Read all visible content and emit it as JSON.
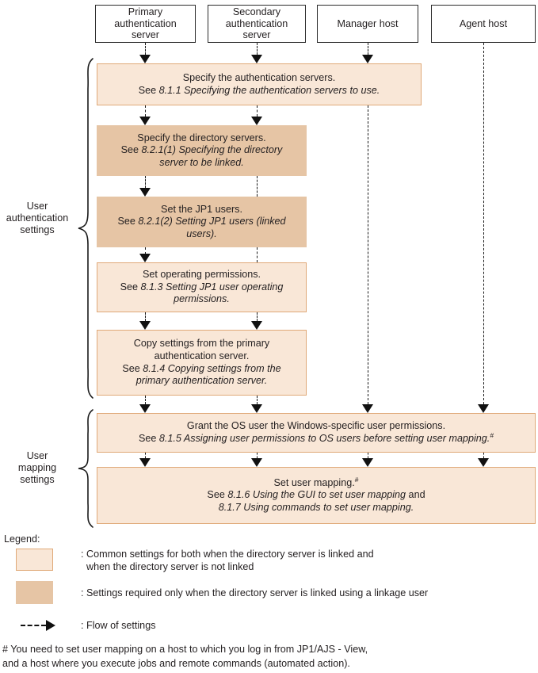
{
  "diagram": {
    "title": "JP1 user authentication and user mapping setup flow",
    "colors": {
      "common_settings_fill": "#f9e7d7",
      "common_settings_border": "#e0a978",
      "directory_linked_fill": "#e6c5a5",
      "arrow": "#111111",
      "host_box_border": "#2b2b2b",
      "text": "#231f20",
      "background": "#ffffff"
    },
    "hosts": [
      {
        "id": "primary-authentication-server",
        "label": "Primary\nauthentication\nserver"
      },
      {
        "id": "secondary-authentication-server",
        "label": "Secondary\nauthentication\nserver"
      },
      {
        "id": "manager-host",
        "label": "Manager host"
      },
      {
        "id": "agent-host",
        "label": "Agent host"
      }
    ],
    "groups": [
      {
        "id": "user-authentication-settings",
        "label": "User\nauthentication\nsettings"
      },
      {
        "id": "user-mapping-settings",
        "label": "User\nmapping\nsettings"
      }
    ],
    "steps": [
      {
        "id": "specify-authentication-servers",
        "style": "light",
        "lines": [
          {
            "text": "Specify the authentication servers.",
            "italic": false
          },
          {
            "prefix": "See ",
            "italic_text": "8.1.1 Specifying the authentication servers to use.",
            "suffix": "",
            "sup": ""
          }
        ]
      },
      {
        "id": "specify-directory-servers",
        "style": "dark",
        "lines": [
          {
            "text": "Specify the directory servers.",
            "italic": false
          },
          {
            "prefix": "See ",
            "italic_text": "8.2.1(1) Specifying the directory",
            "suffix": "",
            "sup": ""
          },
          {
            "prefix": "",
            "italic_text": "server to be linked.",
            "suffix": "",
            "sup": ""
          }
        ]
      },
      {
        "id": "set-jp1-users",
        "style": "dark",
        "lines": [
          {
            "text": "Set the JP1 users.",
            "italic": false
          },
          {
            "prefix": "See ",
            "italic_text": "8.2.1(2) Setting JP1 users (linked",
            "suffix": "",
            "sup": ""
          },
          {
            "prefix": "",
            "italic_text": "users).",
            "suffix": "",
            "sup": ""
          }
        ]
      },
      {
        "id": "set-operating-permissions",
        "style": "light",
        "lines": [
          {
            "text": "Set operating permissions.",
            "italic": false
          },
          {
            "prefix": "See ",
            "italic_text": "8.1.3 Setting JP1 user operating",
            "suffix": "",
            "sup": ""
          },
          {
            "prefix": "",
            "italic_text": "permissions.",
            "suffix": "",
            "sup": ""
          }
        ]
      },
      {
        "id": "copy-settings-from-primary",
        "style": "light",
        "lines": [
          {
            "text": "Copy settings from the primary",
            "italic": false
          },
          {
            "text": "authentication server.",
            "italic": false
          },
          {
            "prefix": "See ",
            "italic_text": "8.1.4 Copying settings from the",
            "suffix": "",
            "sup": ""
          },
          {
            "prefix": "",
            "italic_text": "primary authentication server.",
            "suffix": "",
            "sup": ""
          }
        ]
      },
      {
        "id": "grant-os-user-permissions",
        "style": "light",
        "lines": [
          {
            "text": "Grant the OS user the Windows-specific user permissions.",
            "italic": false
          },
          {
            "prefix": "See ",
            "italic_text": "8.1.5 Assigning user permissions to OS users before setting user mapping.",
            "suffix": "",
            "sup": "#"
          }
        ]
      },
      {
        "id": "set-user-mapping",
        "style": "light",
        "lines": [
          {
            "text": "Set user mapping.",
            "italic": false,
            "sup": "#"
          },
          {
            "prefix": "See ",
            "italic_text": "8.1.6 Using the GUI to set user mapping",
            "suffix": " and",
            "sup": ""
          },
          {
            "prefix": "",
            "italic_text": "8.1.7 Using commands to set user mapping.",
            "suffix": "",
            "sup": ""
          }
        ]
      }
    ]
  },
  "legend": {
    "title": "Legend:",
    "entries": [
      {
        "id": "legend-common-settings",
        "swatch": "light",
        "text_line1": ": Common settings for both when the directory server is linked and",
        "text_line2": "  when the directory server is not linked"
      },
      {
        "id": "legend-directory-linked",
        "swatch": "dark",
        "text_line1": ": Settings required only when the directory server is linked using a linkage user",
        "text_line2": ""
      },
      {
        "id": "legend-flow-arrow",
        "swatch": "arrow",
        "text_line1": ": Flow of settings",
        "text_line2": ""
      }
    ]
  },
  "footnote": {
    "line1": "# You need to set user mapping on a host to which you log in from JP1/AJS - View,",
    "line2": "and a host where you execute jobs and remote commands (automated action)."
  }
}
